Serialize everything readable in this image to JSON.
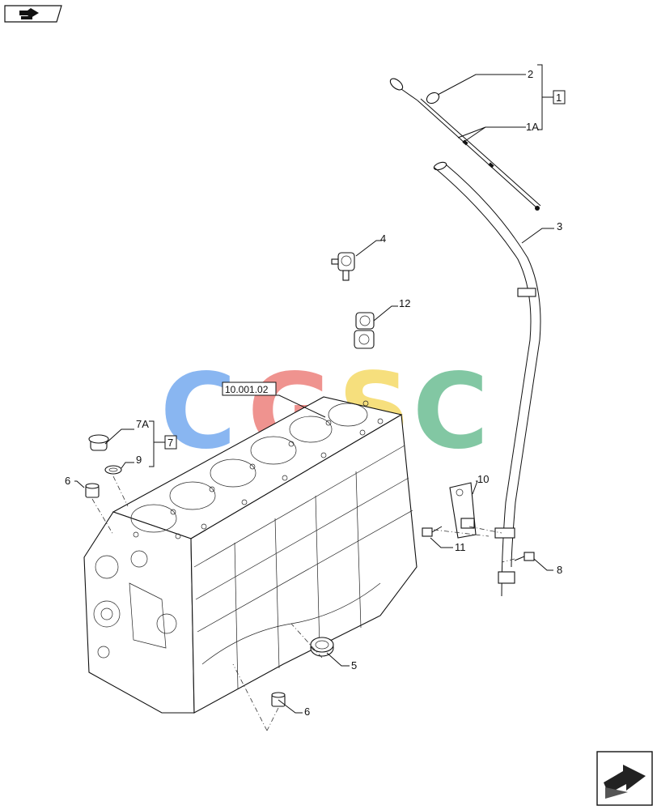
{
  "diagram": {
    "ref_box_label": "10.001.02",
    "callouts": {
      "c1": "1",
      "c1a": "1A",
      "c2": "2",
      "c3": "3",
      "c4": "4",
      "c5": "5",
      "c6a": "6",
      "c6b": "6",
      "c7": "7",
      "c7a": "7A",
      "c8": "8",
      "c9": "9",
      "c10": "10",
      "c11": "11",
      "c12": "12"
    },
    "watermark": {
      "letters": [
        "C",
        "G",
        "S",
        "C"
      ],
      "colors": [
        "#7fb0f0",
        "#ee8a86",
        "#f6dd73",
        "#78c39c"
      ]
    },
    "icons": {
      "top_left": "book-arrow-icon",
      "bottom_right": "next-page-arrow-icon"
    }
  }
}
